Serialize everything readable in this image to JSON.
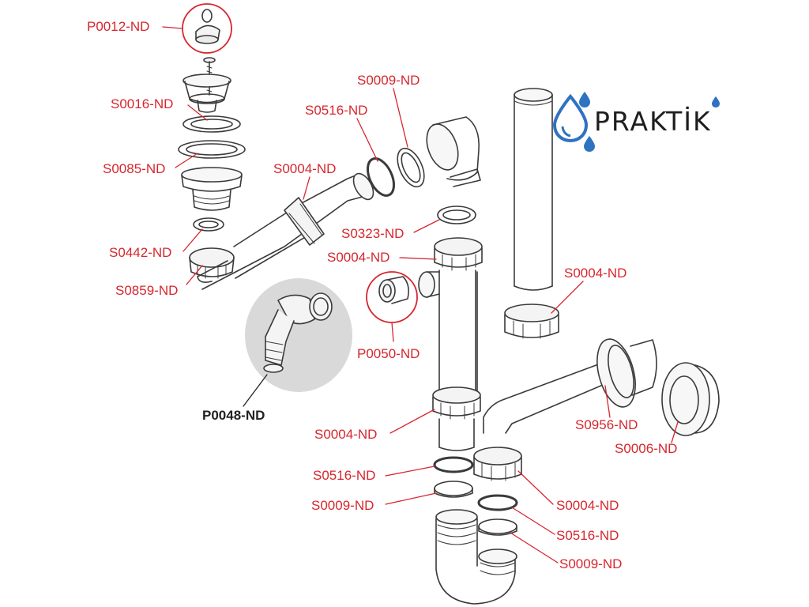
{
  "brand": {
    "name": "PRAKTİK"
  },
  "colors": {
    "label": "#d7262e",
    "leader": "#d7262e",
    "drawing": "#3a3a3a",
    "highlight": "#d9d9d9",
    "brand_drop": "#2f72c2"
  },
  "labels": [
    {
      "id": "p0012",
      "text": "P0012-ND"
    },
    {
      "id": "s0016",
      "text": "S0016-ND"
    },
    {
      "id": "s0085",
      "text": "S0085-ND"
    },
    {
      "id": "s0442",
      "text": "S0442-ND"
    },
    {
      "id": "s0859",
      "text": "S0859-ND"
    },
    {
      "id": "p0048",
      "text": "P0048-ND"
    },
    {
      "id": "s0004_a",
      "text": "S0004-ND"
    },
    {
      "id": "s0516_a",
      "text": "S0516-ND"
    },
    {
      "id": "s0009_a",
      "text": "S0009-ND"
    },
    {
      "id": "s0323",
      "text": "S0323-ND"
    },
    {
      "id": "s0004_b",
      "text": "S0004-ND"
    },
    {
      "id": "p0050",
      "text": "P0050-ND"
    },
    {
      "id": "s0004_c",
      "text": "S0004-ND"
    },
    {
      "id": "s0004_d",
      "text": "S0004-ND"
    },
    {
      "id": "s0956",
      "text": "S0956-ND"
    },
    {
      "id": "s0006",
      "text": "S0006-ND"
    },
    {
      "id": "s0004_e",
      "text": "S0004-ND"
    },
    {
      "id": "s0516_b",
      "text": "S0516-ND"
    },
    {
      "id": "s0009_b",
      "text": "S0009-ND"
    },
    {
      "id": "s0516_c",
      "text": "S0516-ND"
    },
    {
      "id": "s0009_c",
      "text": "S0009-ND"
    }
  ]
}
